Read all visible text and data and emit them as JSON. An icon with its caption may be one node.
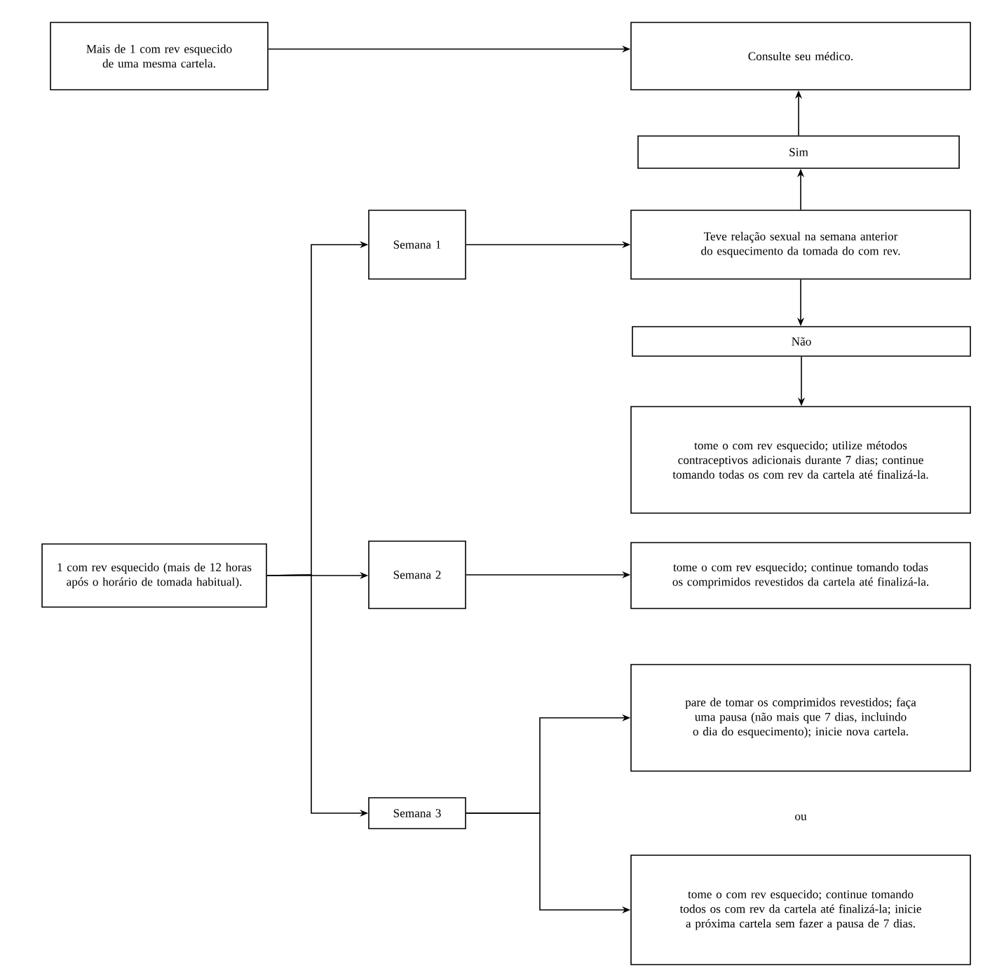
{
  "diagram": {
    "nodes": [
      {
        "text": [
          "Mais de 1 com rev esquecido de uma mesma cartela."
        ]
      },
      {
        "text": [
          "Consulte seu médico."
        ]
      },
      {
        "text": [
          "Sim"
        ]
      },
      {
        "text": [
          "Semana 1"
        ]
      },
      {
        "text": [
          "Teve relação sexual na semana anterior do esquecimento da tomada do com rev."
        ]
      },
      {
        "text": [
          "Não"
        ]
      },
      {
        "text": [
          "tome o com rev esquecido; utilize métodos contraceptivos adicionais durante 7 dias; continue tomando todas os com rev da cartela até finalizá-la."
        ]
      },
      {
        "text": [
          "1 com rev esquecido (mais de 12 horas após o horário de tomada habitual)."
        ]
      },
      {
        "text": [
          "Semana 2"
        ]
      },
      {
        "text": [
          "tome o com rev esquecido; continue tomando todas os comprimidos revestidos da cartela até finalizá-la."
        ]
      },
      {
        "text": [
          "pare de tomar os comprimidos revestidos; faça uma pausa (não mais que 7 dias, incluindo o dia do esquecimento); inicie nova cartela."
        ]
      },
      {
        "text": [
          "Semana 3"
        ]
      },
      {
        "text": [
          "tome o com rev esquecido; continue tomando todos os com rev da cartela até finalizá-la; inicie a próxima cartela sem fazer a pausa de 7 dias."
        ]
      }
    ],
    "edges": [
      {
        "from": 0,
        "to": 1,
        "arrow": "to"
      },
      {
        "from": 4,
        "to": 2,
        "arrow": "to"
      },
      {
        "from": 2,
        "to": 1,
        "arrow": "to"
      },
      {
        "from": 4,
        "to": 5,
        "arrow": "to"
      },
      {
        "from": 5,
        "to": 6,
        "arrow": "to"
      },
      {
        "from": 7,
        "to": 3,
        "arrow": "to"
      },
      {
        "from": 7,
        "to": 8,
        "arrow": "to"
      },
      {
        "from": 7,
        "to": 11,
        "arrow": "to"
      },
      {
        "from": 3,
        "to": 4,
        "arrow": "to"
      },
      {
        "from": 8,
        "to": 9,
        "arrow": "to"
      },
      {
        "from": 11,
        "to": 10,
        "arrow": "to"
      },
      {
        "from": 11,
        "to": 12,
        "arrow": "to"
      }
    ],
    "labels": [
      "ou"
    ]
  }
}
